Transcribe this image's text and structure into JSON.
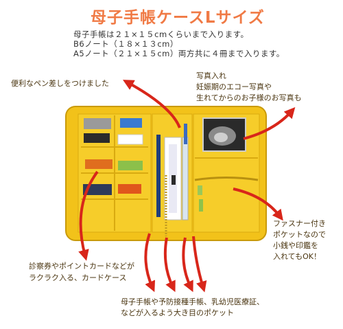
{
  "title": "母子手帳ケースLサイズ",
  "specs": [
    "母子手帳は２１×１５cmくらいまで入ります。",
    "B6ノート（１８×１３cm）",
    "A5ノート（２１×１５cm）両方共に４冊まで入ります。"
  ],
  "callouts": {
    "pen": "便利なペン差しをつけました",
    "photo": [
      "写真入れ",
      "妊娠期のエコー写真や",
      "生れてからのお子様のお写真も"
    ],
    "card": [
      "診察券やポイントカードなどが",
      "ラクラク入る、カードケース"
    ],
    "zipper": [
      "ファスナー付き",
      "ポケットなので",
      "小銭や印鑑を",
      "入れてもOK！"
    ],
    "big_pocket": [
      "母子手帳や予防接種手帳、乳幼児医療証、",
      "などが入るよう大き目のポケット"
    ]
  },
  "colors": {
    "title": "#f07a45",
    "case_yellow": "#f2c21a",
    "arrow_red": "#d8261a"
  }
}
